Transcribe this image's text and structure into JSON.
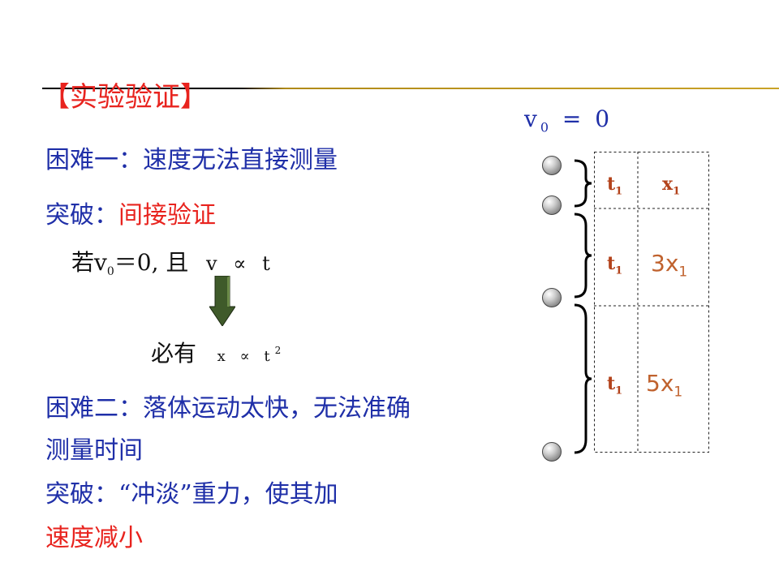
{
  "title": "【实验验证】",
  "left": {
    "difficulty1": "困难一：速度无法直接测量",
    "breakthrough1_prefix": "突破：",
    "breakthrough1_body": "间接验证",
    "condition_prefix": "若v",
    "condition_sub": "0",
    "condition_mid": "＝0, 且",
    "condition_rel": "v ∝ t",
    "conclusion_prefix": "必有",
    "conclusion_x": "x ∝ t",
    "conclusion_exp": "2",
    "difficulty2_line1": "困难二：落体运动太快，无法准确",
    "difficulty2_line2": "测量时间",
    "breakthrough2_line1_prefix": "突破：",
    "breakthrough2_line1_body": "“冲淡”重力，使其加",
    "breakthrough2_line2": "速度减小"
  },
  "diagram": {
    "v0_label": "v",
    "v0_sub": "0",
    "v0_eq": " = 0",
    "rows": [
      {
        "t": "t",
        "t_sub": "1",
        "x": "x",
        "x_sub": "1",
        "x_prefix": ""
      },
      {
        "t": "t",
        "t_sub": "1",
        "x": "3x",
        "x_sub": "1",
        "x_prefix": ""
      },
      {
        "t": "t",
        "t_sub": "1",
        "x": "5x",
        "x_sub": "1",
        "x_prefix": ""
      }
    ]
  },
  "colors": {
    "title_red": "#e8231e",
    "text_blue": "#1f2fa8",
    "label_brown": "#b3421a",
    "arrow_green": "#3f5a2a"
  }
}
